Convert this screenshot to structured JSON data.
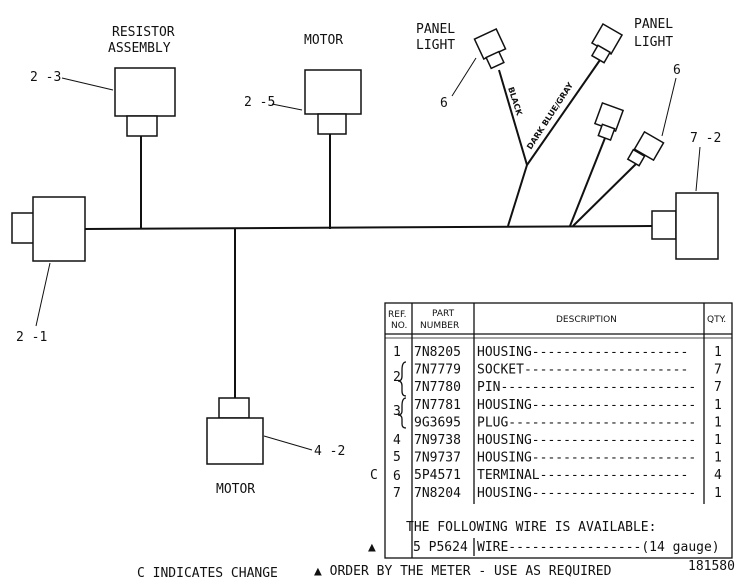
{
  "components": {
    "resistor_assembly": {
      "title": "RESISTOR ASSEMBLY",
      "title_line1": "RESISTOR",
      "title_line2": "ASSEMBLY",
      "ref": "2 -3"
    },
    "motor_top": {
      "title": "MOTOR",
      "ref": "2 -5"
    },
    "motor_bottom": {
      "title": "MOTOR",
      "ref": "4 -2"
    },
    "left_connector": {
      "ref": "2 -1"
    },
    "right_connector": {
      "ref": "7 -2"
    },
    "panel_light_left": {
      "title_line1": "PANEL",
      "title_line2": "LIGHT",
      "ref": "6"
    },
    "panel_light_right": {
      "title_line1": "PANEL",
      "title_line2": "LIGHT",
      "ref": "6"
    }
  },
  "wire_labels": {
    "black": "BLACK",
    "dark_blue_gray": "DARK BLUE/GRAY"
  },
  "parts_table": {
    "headers": {
      "ref_no_line1": "REF.",
      "ref_no_line2": "NO.",
      "part_number_line1": "PART",
      "part_number_line2": "NUMBER",
      "description": "DESCRIPTION",
      "qty": "QTY."
    },
    "rows": [
      {
        "change": "",
        "ref": "1",
        "part": "7N8205",
        "desc": "HOUSING--------------------",
        "qty": "1"
      },
      {
        "change": "",
        "ref": "2",
        "part": "7N7779",
        "desc": "SOCKET---------------------",
        "qty": "7"
      },
      {
        "change": "",
        "ref": "",
        "part": "7N7780",
        "desc": "PIN-------------------------",
        "qty": "7"
      },
      {
        "change": "",
        "ref": "3",
        "part": "7N7781",
        "desc": "HOUSING---------------------",
        "qty": "1"
      },
      {
        "change": "",
        "ref": "",
        "part": "9G3695",
        "desc": "PLUG------------------------",
        "qty": "1"
      },
      {
        "change": "",
        "ref": "4",
        "part": "7N9738",
        "desc": "HOUSING---------------------",
        "qty": "1"
      },
      {
        "change": "",
        "ref": "5",
        "part": "7N9737",
        "desc": "HOUSING---------------------",
        "qty": "1"
      },
      {
        "change": "C",
        "ref": "6",
        "part": "5P4571",
        "desc": "TERMINAL-------------------",
        "qty": "4"
      },
      {
        "change": "",
        "ref": "7",
        "part": "7N8204",
        "desc": "HOUSING---------------------",
        "qty": "1"
      }
    ],
    "wire_note": "THE FOLLOWING WIRE IS AVAILABLE:",
    "wire_row": {
      "marker": "▲",
      "part": "5 P5624",
      "desc": "WIRE-----------------(14 gauge)"
    }
  },
  "footer": {
    "change_note": "C INDICATES CHANGE",
    "meter_note": "▲ ORDER BY THE METER - USE AS REQUIRED",
    "figure_number": "181580"
  }
}
